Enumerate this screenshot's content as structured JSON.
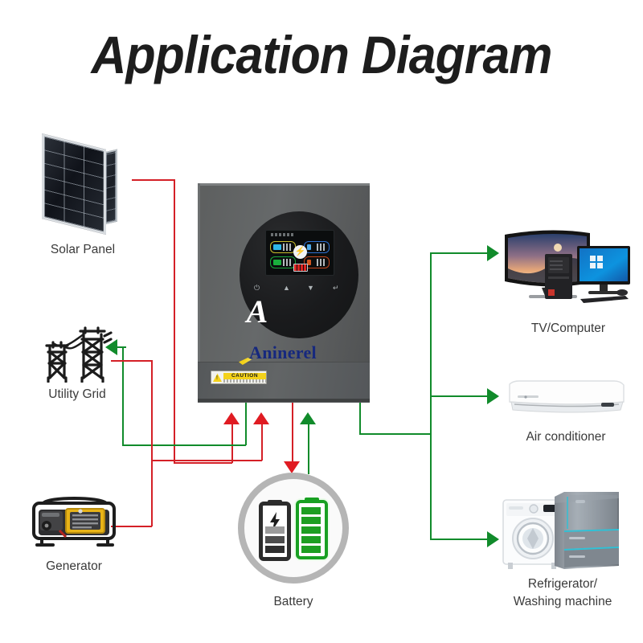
{
  "page": {
    "title": "Application Diagram",
    "background_color": "#ffffff"
  },
  "colors": {
    "dc_wire": "#d42027",
    "ac_wire": "#118b2b",
    "inverter_body": "#5d5f5f",
    "brand_blue": "#16287e",
    "brand_gold": "#f2d017",
    "battery_green": "#18a022"
  },
  "inverter": {
    "name": "hybrid-solar-inverter",
    "brand": "Aninerel",
    "logo_mark": "A",
    "caution_label": "CAUTION",
    "display": {
      "name": "lcd-screen",
      "center_icon": "⚡",
      "cells": [
        {
          "position": "top-left",
          "role": "solar-input",
          "border_color": "#c5bb2a"
        },
        {
          "position": "top-right",
          "role": "grid-input",
          "border_color": "#2d6fd0"
        },
        {
          "position": "bottom-left",
          "role": "battery",
          "border_color": "#18a63a"
        },
        {
          "position": "bottom-right",
          "role": "load-output",
          "border_color": "#c3451c"
        }
      ]
    },
    "buttons": [
      {
        "name": "power-button",
        "glyph": "⏻"
      },
      {
        "name": "up-button",
        "glyph": "▲"
      },
      {
        "name": "down-button",
        "glyph": "▼"
      },
      {
        "name": "enter-button",
        "glyph": "↵"
      }
    ]
  },
  "nodes": {
    "solar_panel": {
      "label": "Solar Panel",
      "icon": "solar-panel-icon"
    },
    "utility_grid": {
      "label": "Utility Grid",
      "icon": "transmission-tower-icon"
    },
    "generator": {
      "label": "Generator",
      "icon": "generator-icon"
    },
    "battery": {
      "label": "Battery",
      "icon": "battery-pack-icon"
    },
    "tv_computer": {
      "label": "TV/Computer",
      "icon": "tv-computer-icon"
    },
    "air_conditioner": {
      "label": "Air conditioner",
      "icon": "air-conditioner-icon"
    },
    "refrigerator_washer": {
      "label": "Refrigerator/\nWashing machine",
      "icon": "refrigerator-washer-icon"
    }
  },
  "connections": [
    {
      "name": "solar-to-inverter",
      "from": "solar_panel",
      "to": "inverter",
      "color": "#d42027",
      "kind": "dc"
    },
    {
      "name": "generator-to-inverter",
      "from": "generator",
      "to": "inverter",
      "color": "#d42027",
      "kind": "ac-in"
    },
    {
      "name": "grid-to-inverter",
      "from": "utility_grid",
      "to": "inverter",
      "color": "#d42027",
      "kind": "ac-in"
    },
    {
      "name": "inverter-to-grid",
      "from": "inverter",
      "to": "utility_grid",
      "color": "#118b2b",
      "kind": "ac-out"
    },
    {
      "name": "inverter-to-battery",
      "from": "inverter",
      "to": "battery",
      "color": "#d42027",
      "kind": "dc"
    },
    {
      "name": "battery-to-inverter",
      "from": "battery",
      "to": "inverter",
      "color": "#118b2b",
      "kind": "dc"
    },
    {
      "name": "inverter-to-tv",
      "from": "inverter",
      "to": "tv_computer",
      "color": "#118b2b",
      "kind": "ac-out"
    },
    {
      "name": "inverter-to-ac",
      "from": "inverter",
      "to": "air_conditioner",
      "color": "#118b2b",
      "kind": "ac-out"
    },
    {
      "name": "inverter-to-fridge",
      "from": "inverter",
      "to": "refrigerator_washer",
      "color": "#118b2b",
      "kind": "ac-out"
    }
  ]
}
